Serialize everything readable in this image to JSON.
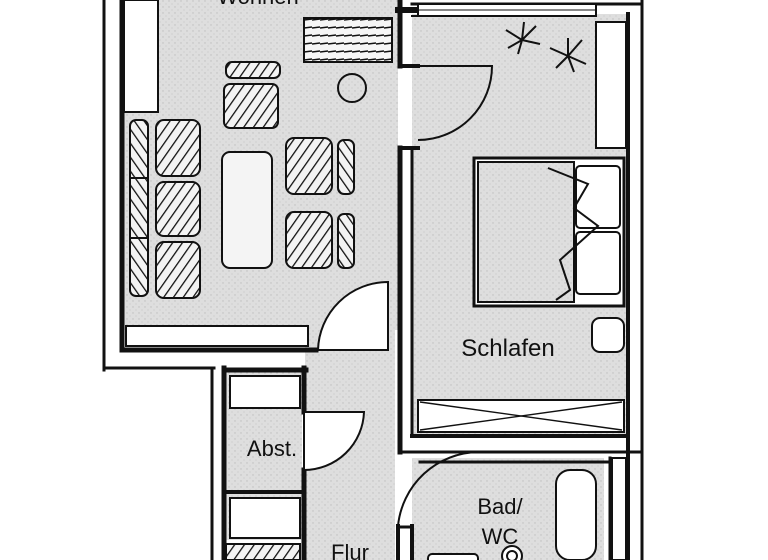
{
  "rooms": {
    "living": {
      "label": "Wohnen"
    },
    "bedroom": {
      "label": "Schlafen"
    },
    "storage": {
      "label": "Abst."
    },
    "bath": {
      "label_line1": "Bad/",
      "label_line2": "WC"
    },
    "hall": {
      "label": "Flur"
    }
  },
  "colors": {
    "wall": "#111111",
    "floor": "#dcdcdc",
    "paper": "#ffffff",
    "furniture": "#f2f2f2"
  }
}
